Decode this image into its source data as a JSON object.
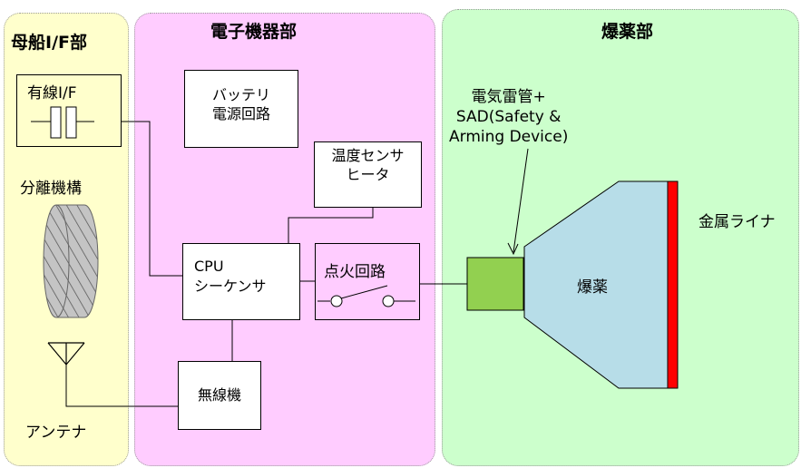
{
  "sections": {
    "mothership": {
      "title": "母船I/F部",
      "color": "#ffffcc"
    },
    "electronics": {
      "title": "電子機器部",
      "color": "#ffccff"
    },
    "explosive": {
      "title": "爆薬部",
      "color": "#ccffcc"
    }
  },
  "components": {
    "wired_if": "有線I/F",
    "separation": "分離機構",
    "antenna": "アンテナ",
    "battery": {
      "line1": "バッテリ",
      "line2": "電源回路"
    },
    "temp_sensor": {
      "line1": "温度センサ",
      "line2": "ヒータ"
    },
    "cpu": {
      "line1": "CPU",
      "line2": "シーケンサ"
    },
    "ignition": "点火回路",
    "radio": "無線機",
    "detonator": {
      "line1": "電気雷管+",
      "line2": "SAD(Safety &",
      "line3": "Arming Device)"
    },
    "explosive_fill": "爆薬",
    "metal_liner": "金属ライナ"
  },
  "colors": {
    "detonator": "#92d050",
    "explosive_fill": "#b7dde8",
    "metal_liner": "#ff0000"
  }
}
